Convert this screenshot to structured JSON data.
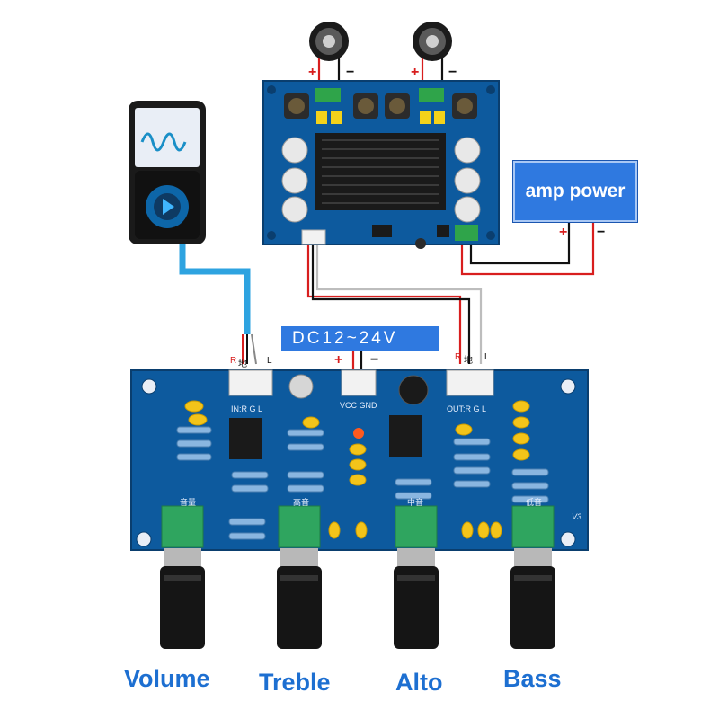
{
  "labels": {
    "amp_power": "amp power",
    "dc_supply": "DC12~24V",
    "knobs": [
      "Volume",
      "Treble",
      "Alto",
      "Bass"
    ]
  },
  "connector_pins": {
    "input": [
      "R",
      "地",
      "L"
    ],
    "output": [
      "R",
      "地",
      "L"
    ]
  },
  "polarity": {
    "plus": "+",
    "minus": "−"
  },
  "silkscreen": {
    "in": "IN:R  G  L",
    "vcc_gnd": "VCC GND",
    "out": "OUT:R  G  L",
    "volume_cn": "音量",
    "treble_cn": "高音",
    "alto_cn": "中音",
    "bass_cn": "低音",
    "version": "V3"
  },
  "colors": {
    "pcb": "#0d5a9e",
    "label_blue": "#1d6fd1",
    "box_blue": "#2f79e0",
    "wire_red": "#d81e1e",
    "wire_black": "#111111",
    "wire_white": "#bdbdbd",
    "wire_cyan": "#2ea3e0"
  }
}
